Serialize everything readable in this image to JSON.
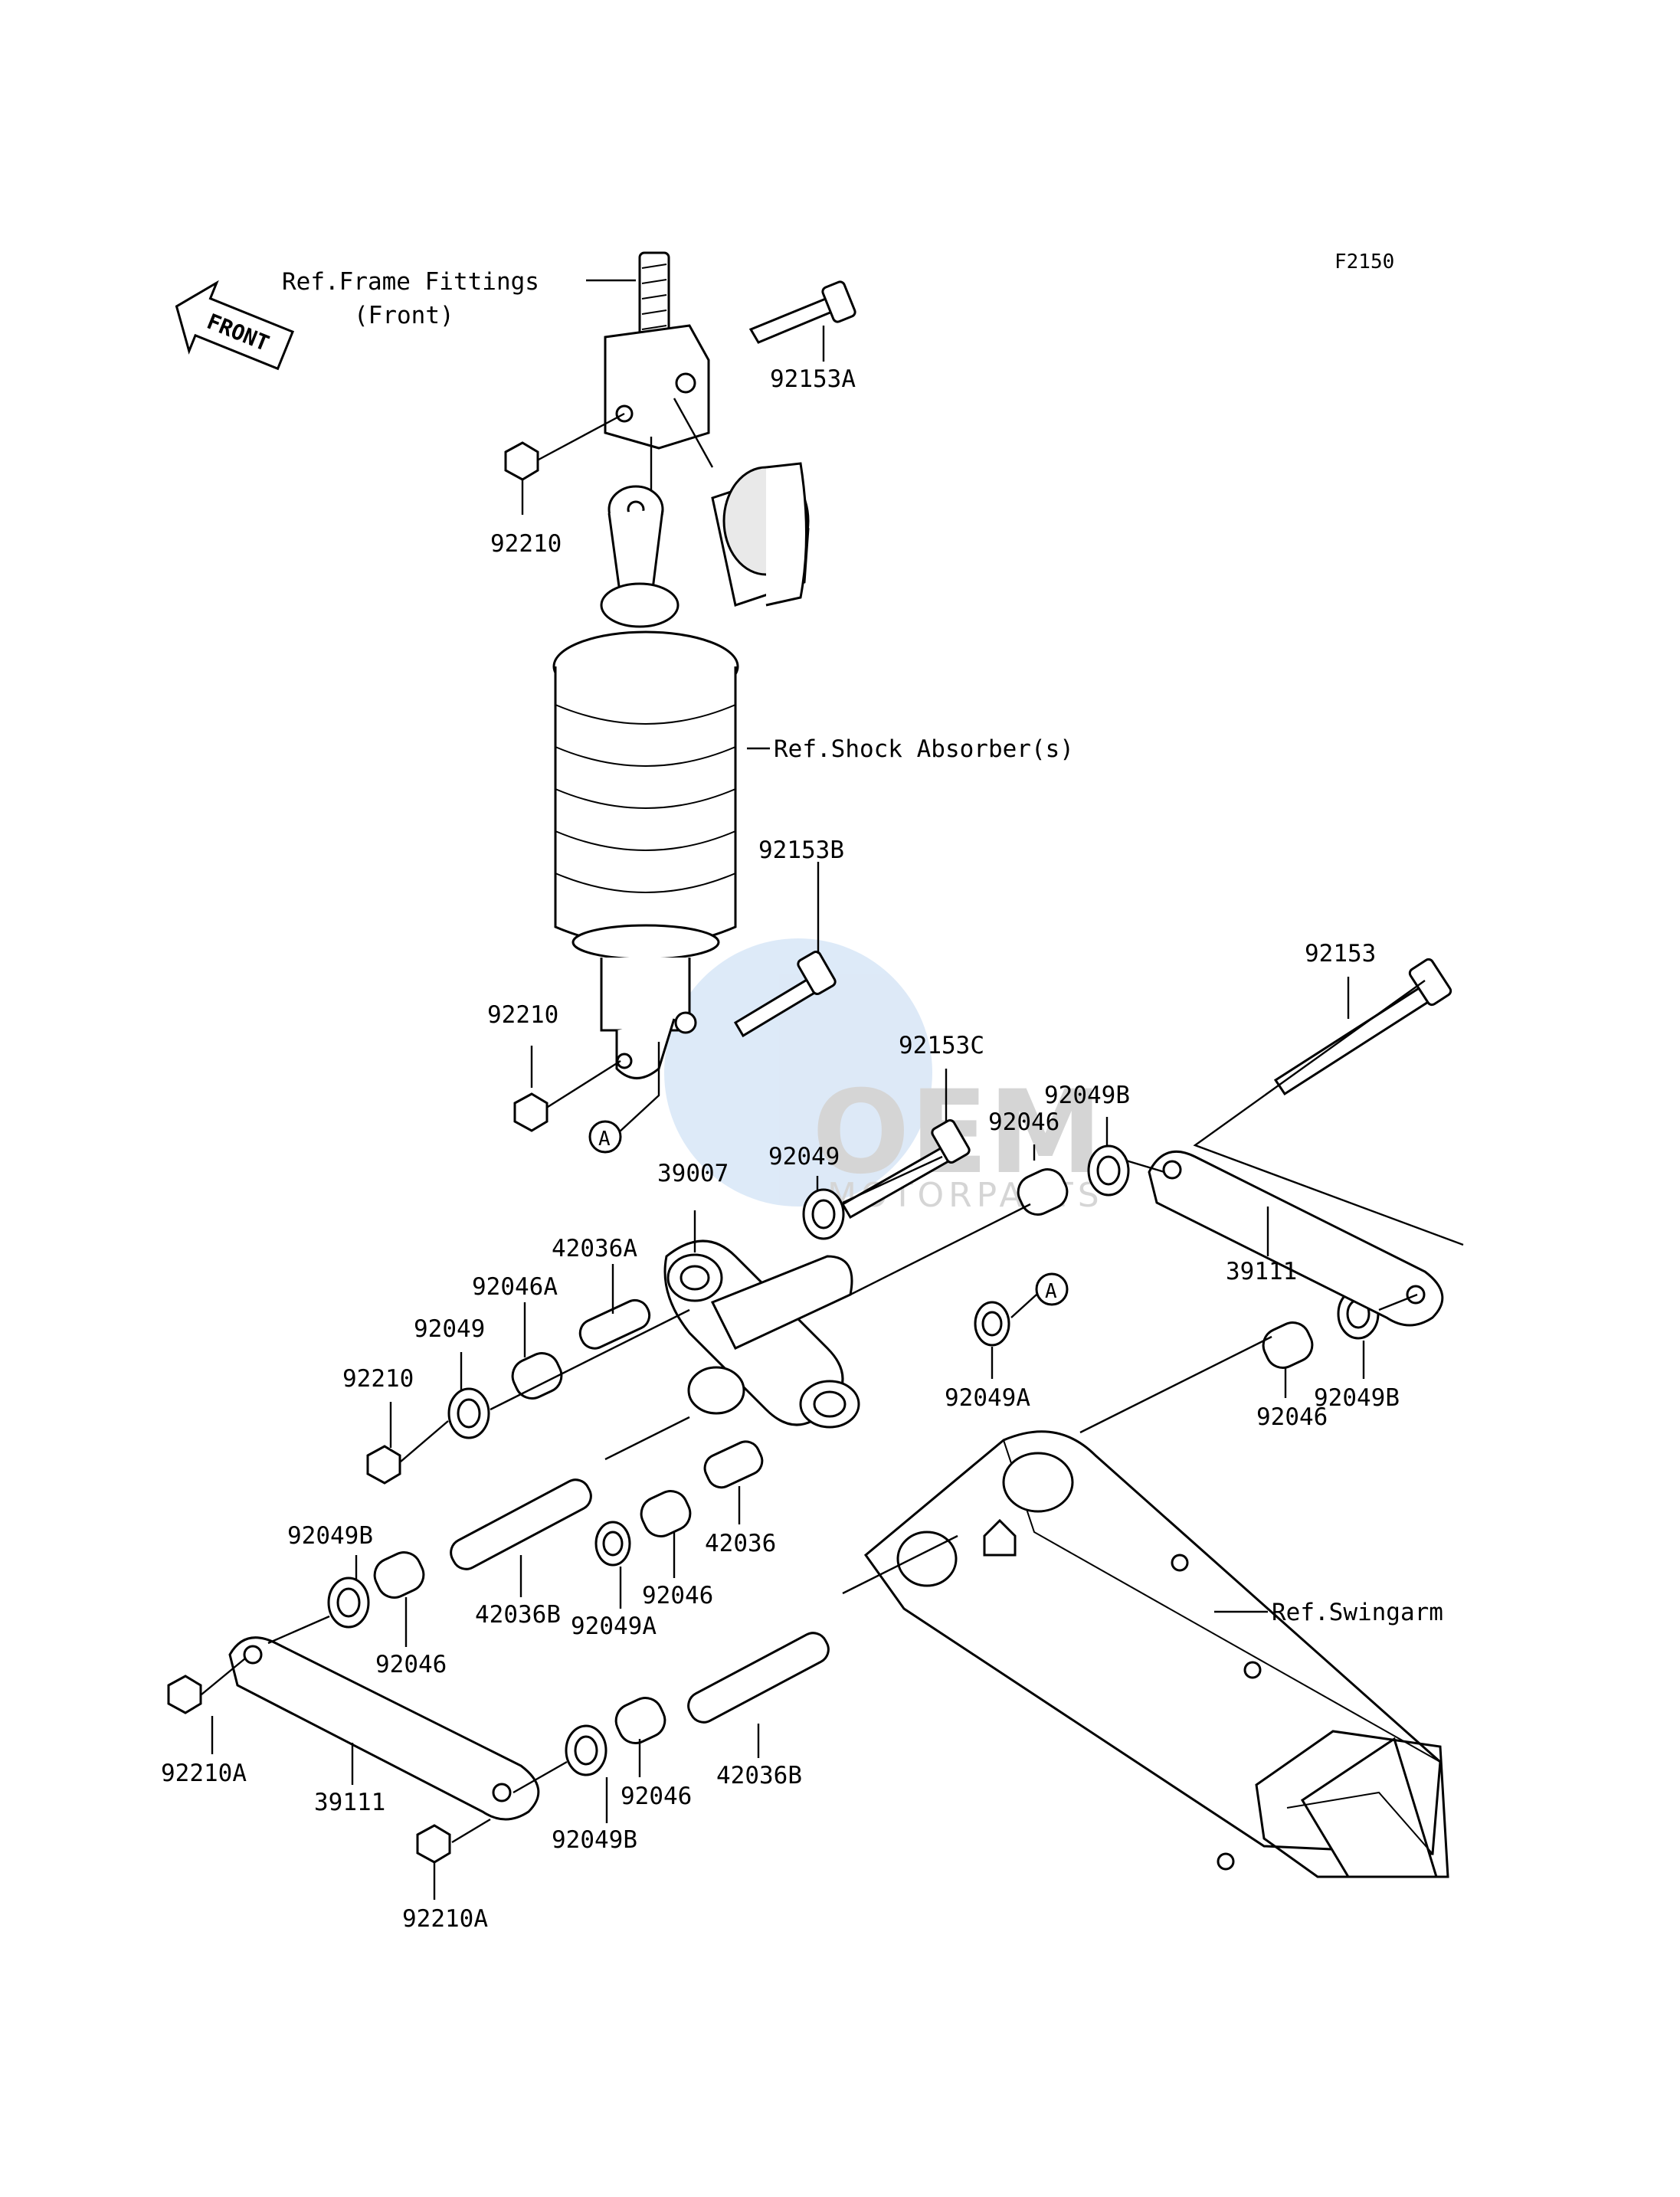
{
  "diagram_code": "F2150",
  "front_label": "FRONT",
  "references": {
    "frame_fittings_line1": "Ref.Frame Fittings",
    "frame_fittings_line2": "(Front)",
    "shock_absorber": "Ref.Shock Absorber(s)",
    "swingarm": "Ref.Swingarm"
  },
  "callouts": {
    "c92153A": "92153A",
    "c92210_top": "92210",
    "c92153B": "92153B",
    "c92210_mid": "92210",
    "c92153": "92153",
    "c92153C": "92153C",
    "c92049B_a": "92049B",
    "c92049_a": "92049",
    "c92046_a": "92046",
    "c39007": "39007",
    "c42036A": "42036A",
    "c92046A": "92046A",
    "c92049_b": "92049",
    "c92210_low": "92210",
    "c39111_right": "39111",
    "c92049B_b": "92049B",
    "c92046_b": "92046",
    "c92049A_a": "92049A",
    "c92049B_c": "92049B",
    "c42036B_a": "42036B",
    "c92049A_b": "92049A",
    "c92046_c": "92046",
    "c42036": "42036",
    "c92046_d": "92046",
    "c42036B_b": "42036B",
    "c92210A_a": "92210A",
    "c39111_left": "39111",
    "c92046_e": "92046",
    "c92049B_d": "92049B",
    "c92210A_b": "92210A"
  },
  "markers": {
    "a1": "A",
    "a2": "A"
  },
  "watermark": {
    "line1": "OEM",
    "line2": "MOTORPARTS"
  }
}
